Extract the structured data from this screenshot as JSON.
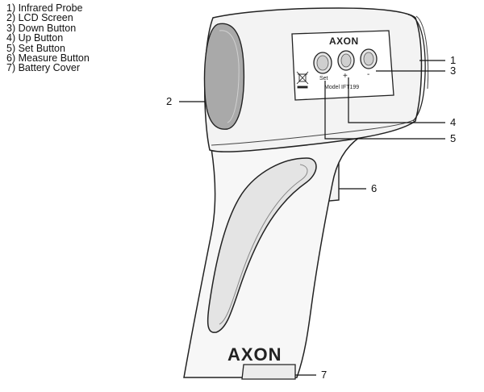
{
  "legend": [
    "1) Infrared Probe",
    "2) LCD Screen",
    "3) Down Button",
    "4) Up Button",
    "5) Set Button",
    "6) Measure Button",
    "7) Battery Cover"
  ],
  "callouts": [
    "1",
    "2",
    "3",
    "4",
    "5",
    "6",
    "7"
  ],
  "device": {
    "brand_top": "AXON",
    "brand_handle": "AXON",
    "set_label": "Set",
    "plus_label": "+",
    "minus_label": "-",
    "model_label": "Model IFT199"
  }
}
